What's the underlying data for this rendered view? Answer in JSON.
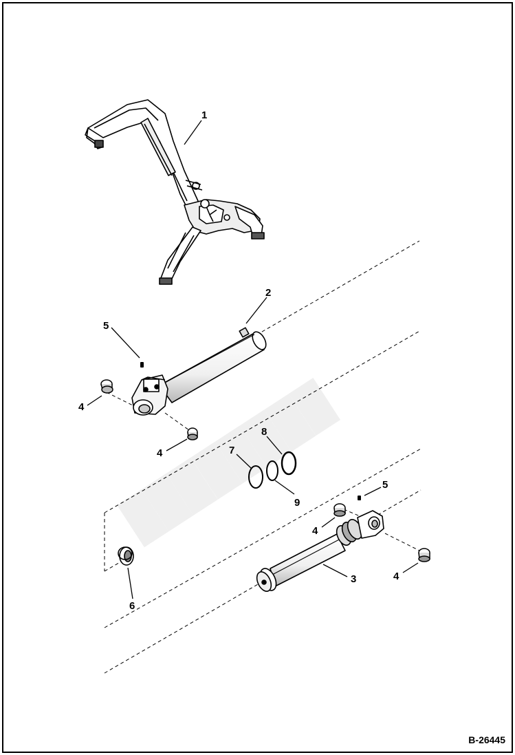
{
  "drawing": {
    "document_number": "B-26445",
    "callouts": [
      "1",
      "2",
      "3",
      "4",
      "4",
      "4",
      "4",
      "5",
      "5",
      "6",
      "7",
      "8",
      "9"
    ]
  }
}
